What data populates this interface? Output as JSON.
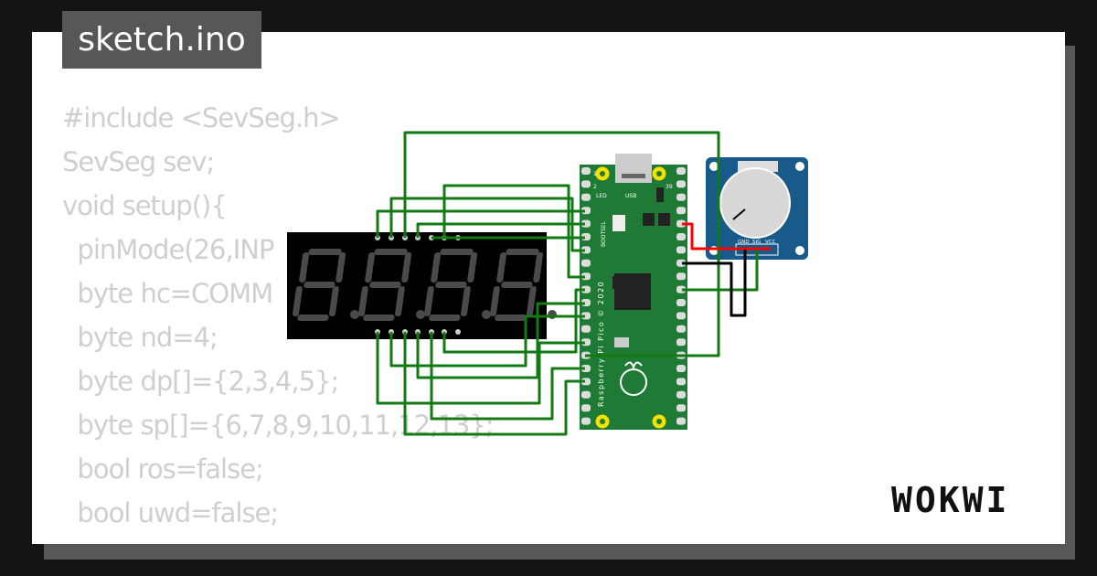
{
  "tab": {
    "title": "sketch.ino"
  },
  "code": {
    "lines": [
      "#include <SevSeg.h>",
      "SevSeg sev;",
      "void setup(){",
      "  pinMode(26,INP",
      "  byte hc=COMM",
      "  byte nd=4;",
      "  byte dp[]={2,3,4,5};",
      "  byte sp[]={6,7,8,9,10,11,12,13};",
      "  bool ros=false;",
      "  bool uwd=false;"
    ]
  },
  "pico": {
    "pin_1": "1",
    "pin_2": "2",
    "pin_39": "39",
    "led": "LED",
    "usb": "USB",
    "bootsel": "BOOTSEL",
    "name": "Raspberry Pi Pico © 2020"
  },
  "pot": {
    "gnd": "GND",
    "sig": "SIG",
    "vcc": "VCC"
  },
  "logo": "WOKWI",
  "colors": {
    "wire": "#127a12",
    "pico": "#1e7a34",
    "pot": "#185a8a",
    "display": "#000000",
    "segment": "#4a4a4a",
    "vcc_wire": "#ff0000",
    "gnd_wire": "#000000"
  }
}
